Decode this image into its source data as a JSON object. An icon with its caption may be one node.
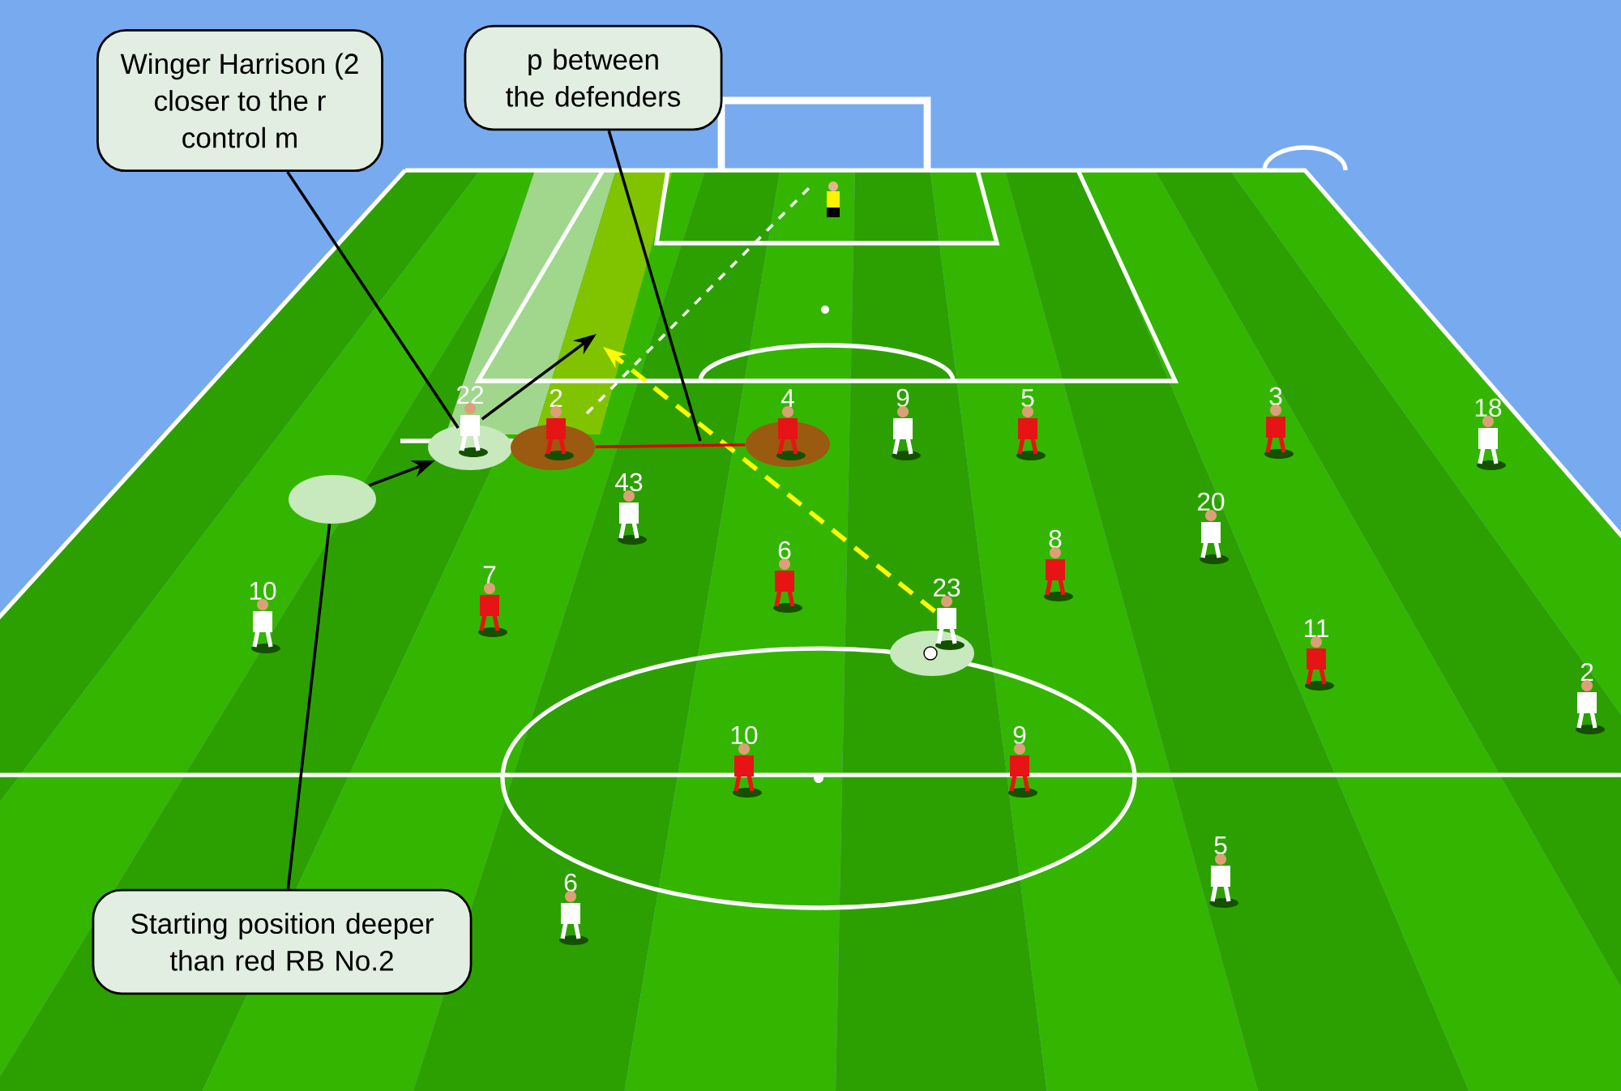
{
  "diagram": {
    "nodes": [
      {
        "text": [
          "Winger Harrison (2",
          "closer to the r",
          "control m"
        ]
      },
      {
        "text": [
          "p between the defenders"
        ]
      },
      {
        "text": [
          "Starting position deeper than red RB No.2"
        ]
      },
      {
        "text": [],
        "shape": "circle"
      },
      {
        "text": [
          "22"
        ]
      },
      {
        "text": [
          "2"
        ]
      },
      {
        "text": [
          "4"
        ]
      },
      {
        "text": [
          "9"
        ]
      },
      {
        "text": [
          "5"
        ]
      },
      {
        "text": [
          "3"
        ]
      },
      {
        "text": [
          "18"
        ]
      },
      {
        "text": [
          "43"
        ]
      },
      {
        "text": [
          "20"
        ]
      },
      {
        "text": [
          "8"
        ]
      },
      {
        "text": [
          "7"
        ]
      },
      {
        "text": [
          "6"
        ]
      },
      {
        "text": [
          "23"
        ]
      },
      {
        "text": [
          "10"
        ]
      },
      {
        "text": [
          "11"
        ]
      },
      {
        "text": [
          "2"
        ]
      },
      {
        "text": [
          "10"
        ]
      },
      {
        "text": [
          "9"
        ]
      },
      {
        "text": [
          "5"
        ]
      },
      {
        "text": [
          "6"
        ]
      },
      {
        "text": [],
        "shape": "circle"
      },
      {
        "text": [],
        "shape": "circle"
      },
      {
        "text": [],
        "shape": "circle"
      },
      {
        "text": [],
        "shape": "circle"
      }
    ],
    "edges": [
      {
        "from": 0,
        "to": 4,
        "arrow": "none"
      },
      {
        "from": 1,
        "to": null,
        "arrow": "none"
      },
      {
        "from": 2,
        "to": 3,
        "arrow": "none"
      },
      {
        "from": 3,
        "to": 24,
        "arrow": "to"
      },
      {
        "from": 4,
        "to": null,
        "arrow": "to"
      },
      {
        "from": 16,
        "to": null,
        "arrow": "to",
        "style": "dashed",
        "color": "#ffff00"
      },
      {
        "from": 25,
        "to": 26,
        "arrow": "none",
        "color": "#e00000"
      }
    ]
  }
}
